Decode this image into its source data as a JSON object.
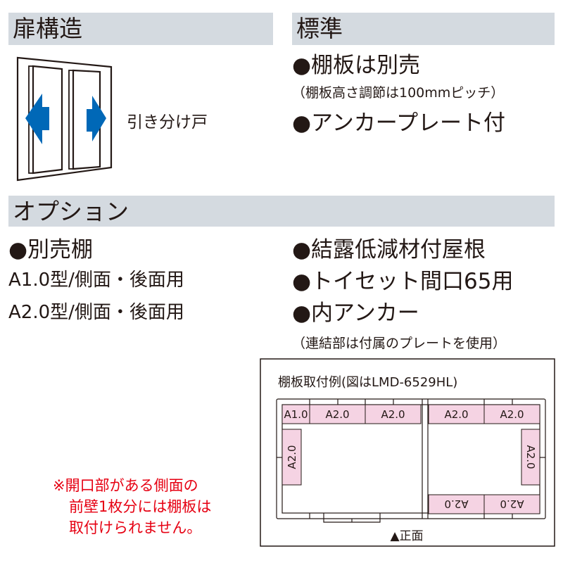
{
  "sections": {
    "door_structure": "扉構造",
    "standard": "標準",
    "options": "オプション"
  },
  "door": {
    "label": "引き分け戸"
  },
  "standard": {
    "items": [
      "●棚板は別売",
      "（棚板高さ調節は100mmピッチ）",
      "●アンカープレート付"
    ]
  },
  "options": {
    "left": [
      "●別売棚",
      "A1.0型/側面・後面用",
      "A2.0型/側面・後面用"
    ],
    "right": [
      "●結露低減材付屋根",
      "●トイセット間口65用",
      "●内アンカー",
      "（連結部は付属のプレートを使用）"
    ]
  },
  "note": [
    "※開口部がある側面の",
    "前壁1枚分には棚板は",
    "取付けられません。"
  ],
  "diagram": {
    "title": "棚板取付例(図はLMD-6529HL)",
    "shelves_top": [
      "A1.0",
      "A2.0",
      "A2.0",
      "A2.0",
      "A2.0"
    ],
    "shelf_left": "A2.0",
    "shelf_right": "A2.0",
    "shelves_bottom": [
      "A2.0",
      "A2.0"
    ],
    "front_label": "▲正面"
  },
  "colors": {
    "header_bg": "#d4dae0",
    "arrow": "#0068b7",
    "shelf": "#f5d3e3",
    "note": "#e60012"
  }
}
